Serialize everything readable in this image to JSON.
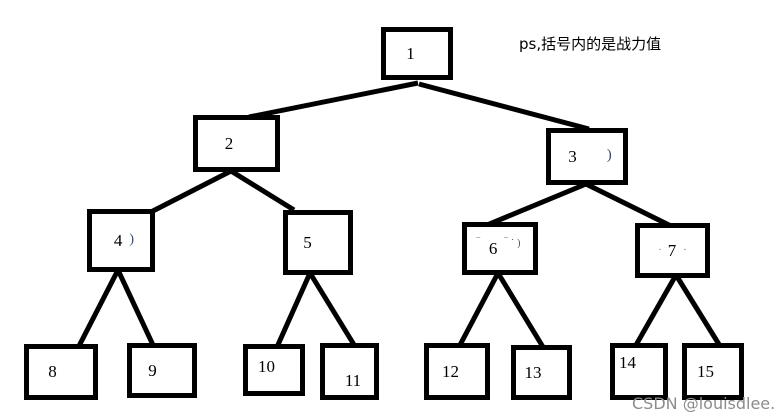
{
  "annotation": {
    "text": "ps,括号内的是战力值"
  },
  "watermark": {
    "text": "CSDN @louisdlee."
  },
  "colors": {
    "background": "#ffffff",
    "box_border": "#000000",
    "box_fill": "#ffffff",
    "edge_line": "#000000",
    "node_text": "#000000",
    "watermark_text": "#8c8c8c",
    "residue_text": "#3a4a6b"
  },
  "diagram": {
    "type": "full-binary-tree",
    "levels": 4,
    "nodes": {
      "n1": {
        "label": "1",
        "pre": "",
        "post": ""
      },
      "n2": {
        "label": "2",
        "pre": "",
        "post": ""
      },
      "n3": {
        "label": "3",
        "pre": "",
        "post": ")"
      },
      "n4": {
        "label": "4",
        "pre": "",
        "post": ")"
      },
      "n5": {
        "label": "5",
        "pre": "",
        "post": ""
      },
      "n6": {
        "label": "6",
        "pre": "‾",
        "post": "‾˙)"
      },
      "n7": {
        "label": "7",
        "pre": "·",
        "post": "·"
      },
      "n8": {
        "label": "8",
        "pre": "",
        "post": ""
      },
      "n9": {
        "label": "9",
        "pre": "",
        "post": ""
      },
      "n10": {
        "label": "10",
        "pre": "",
        "post": ""
      },
      "n11": {
        "label": "11",
        "pre": "",
        "post": ""
      },
      "n12": {
        "label": "12",
        "pre": "",
        "post": ""
      },
      "n13": {
        "label": "13",
        "pre": "",
        "post": ""
      },
      "n14": {
        "label": "14",
        "pre": "",
        "post": ""
      },
      "n15": {
        "label": "15",
        "pre": "",
        "post": ""
      }
    },
    "edges": [
      [
        "1",
        "2"
      ],
      [
        "1",
        "3"
      ],
      [
        "2",
        "4"
      ],
      [
        "2",
        "5"
      ],
      [
        "3",
        "6"
      ],
      [
        "3",
        "7"
      ],
      [
        "4",
        "8"
      ],
      [
        "4",
        "9"
      ],
      [
        "5",
        "10"
      ],
      [
        "5",
        "11"
      ],
      [
        "6",
        "12"
      ],
      [
        "6",
        "13"
      ],
      [
        "7",
        "14"
      ],
      [
        "7",
        "15"
      ]
    ]
  }
}
